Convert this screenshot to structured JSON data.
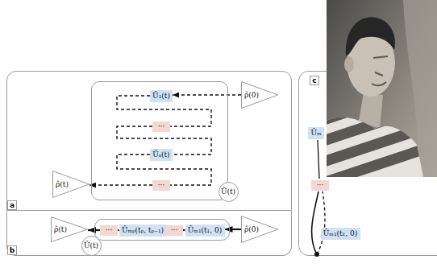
{
  "diagram": {
    "nodes": [
      {
        "text": [
          "a"
        ]
      },
      {
        "text": [
          "Û(t)"
        ],
        "in": 0
      },
      {
        "text": [
          "Û₁(t)"
        ],
        "in": 1
      },
      {
        "text": [
          "···"
        ],
        "in": 1
      },
      {
        "text": [
          "Ûₛ(t)"
        ],
        "in": 1
      },
      {
        "text": [
          "···"
        ],
        "in": 1
      },
      {
        "text": [
          "ρ̂(0)"
        ],
        "in": 0
      },
      {
        "text": [
          "ρ̂(t)"
        ],
        "in": 0
      },
      {
        "text": [
          "b"
        ]
      },
      {
        "text": [
          "ρ̂(t)"
        ],
        "in": 8
      },
      {
        "text": [
          "Û(t)"
        ],
        "in": 8
      },
      {
        "text": [
          "···"
        ],
        "in": 10
      },
      {
        "text": [
          "Ûₘₚ(tₚ, tₚ₋₁)"
        ],
        "in": 10
      },
      {
        "text": [
          "···"
        ],
        "in": 10
      },
      {
        "text": [
          "Ûₘ₁(t₁, 0)"
        ],
        "in": 10
      },
      {
        "text": [
          "ρ̂(0)"
        ],
        "in": 8
      },
      {
        "text": [
          "c"
        ]
      },
      {
        "text": [
          "Ûₘ"
        ],
        "in": 16
      },
      {
        "text": [
          "···"
        ],
        "in": 16
      },
      {
        "text": [
          "Ûₘ₁(t₁, 0)"
        ],
        "in": 16
      }
    ],
    "edges": [
      {
        "from": 6,
        "to": 2,
        "arrow": "to"
      },
      {
        "from": 2,
        "to": 3,
        "arrow": "none"
      },
      {
        "from": 3,
        "to": 4,
        "arrow": "none"
      },
      {
        "from": 4,
        "to": 5,
        "arrow": "none"
      },
      {
        "from": 5,
        "to": 7,
        "arrow": "to"
      },
      {
        "from": 15,
        "to": 14,
        "arrow": "to"
      },
      {
        "from": 14,
        "to": 13,
        "arrow": "none"
      },
      {
        "from": 13,
        "to": 12,
        "arrow": "none"
      },
      {
        "from": 12,
        "to": 11,
        "arrow": "none"
      },
      {
        "from": 11,
        "to": 9,
        "arrow": "to"
      }
    ]
  }
}
